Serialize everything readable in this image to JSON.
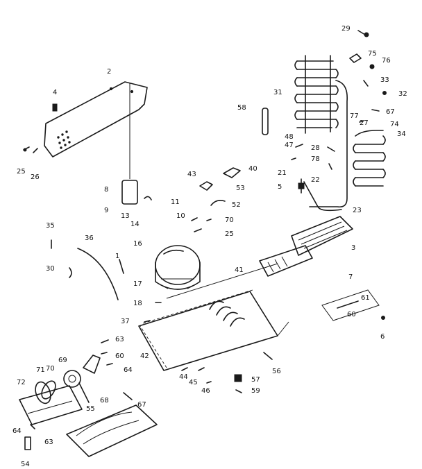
{
  "diagram": {
    "callouts": [
      "29",
      "75",
      "76",
      "2",
      "33",
      "32",
      "31",
      "4",
      "58",
      "67",
      "27",
      "74",
      "34",
      "77",
      "48",
      "47",
      "28",
      "78",
      "43",
      "40",
      "21",
      "22",
      "5",
      "53",
      "25",
      "26",
      "8",
      "9",
      "11",
      "52",
      "13",
      "14",
      "10",
      "70",
      "25",
      "23",
      "35",
      "36",
      "3",
      "16",
      "30",
      "1",
      "41",
      "17",
      "7",
      "61",
      "60",
      "18",
      "37",
      "63",
      "42",
      "60",
      "69",
      "64",
      "56",
      "71",
      "70",
      "6",
      "72",
      "44",
      "45",
      "57",
      "46",
      "59",
      "68",
      "55",
      "67",
      "64",
      "63",
      "54"
    ]
  }
}
